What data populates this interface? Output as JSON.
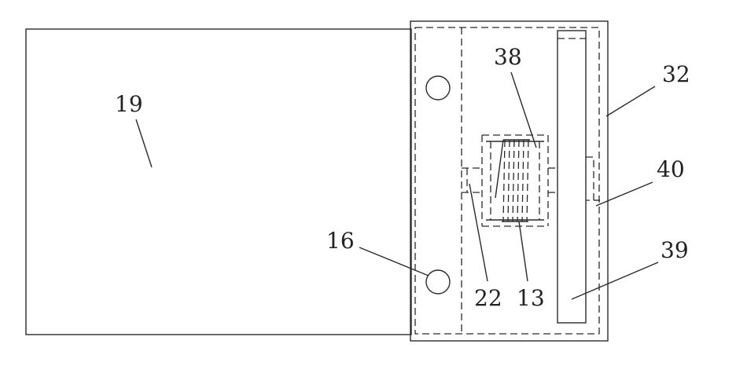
{
  "labels": {
    "l19": "19",
    "l16": "16",
    "l22": "22",
    "l13": "13",
    "l38": "38",
    "l32": "32",
    "l40": "40",
    "l39": "39"
  }
}
